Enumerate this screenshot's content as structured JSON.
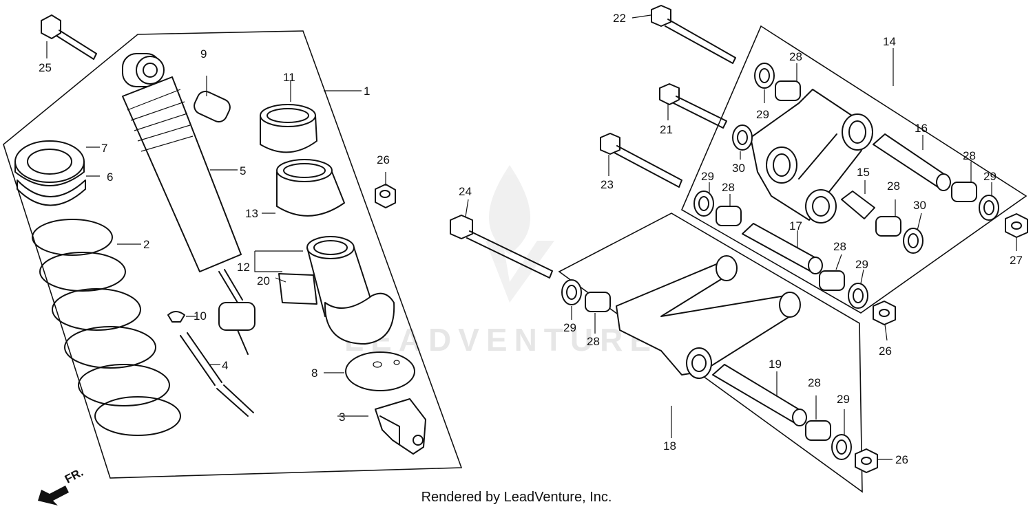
{
  "footer": "Rendered by LeadVenture, Inc.",
  "watermark": "LEADVENTURE",
  "direction_marker": "FR.",
  "callouts": {
    "c1": "1",
    "c2": "2",
    "c3": "3",
    "c4": "4",
    "c5": "5",
    "c6": "6",
    "c7": "7",
    "c8": "8",
    "c9": "9",
    "c10": "10",
    "c11": "11",
    "c12": "12",
    "c13": "13",
    "c14": "14",
    "c15": "15",
    "c16": "16",
    "c17": "17",
    "c18": "18",
    "c19": "19",
    "c20": "20",
    "c21": "21",
    "c22": "22",
    "c23": "23",
    "c24": "24",
    "c25": "25",
    "c26a": "26",
    "c26b": "26",
    "c26c": "26",
    "c27": "27",
    "c28a": "28",
    "c28b": "28",
    "c28c": "28",
    "c28d": "28",
    "c28e": "28",
    "c28f": "28",
    "c28g": "28",
    "c29a": "29",
    "c29b": "29",
    "c29c": "29",
    "c29d": "29",
    "c29e": "29",
    "c29f": "29",
    "c30a": "30",
    "c30b": "30"
  }
}
